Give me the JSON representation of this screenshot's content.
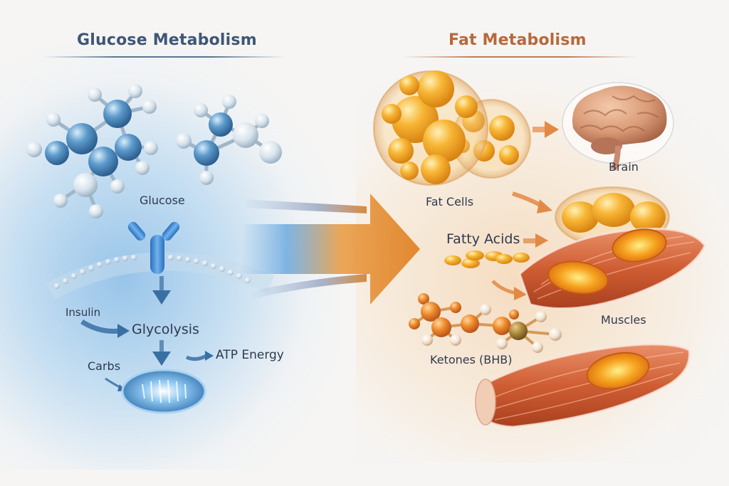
{
  "glucose_section": {
    "title": "Glucose Metabolism",
    "labels": {
      "glucose": "Glucose",
      "insulin": "Insulin",
      "glycolysis": "Glycolysis",
      "atp_energy": "ATP Energy",
      "carbs": "Carbs"
    },
    "icons": [
      "glucose-molecule-icon",
      "insulin-receptor-icon",
      "cell-membrane-icon",
      "mitochondrion-icon"
    ],
    "accent_color": "#3f5676"
  },
  "fat_section": {
    "title": "Fat Metabolism",
    "labels": {
      "fat_cells": "Fat Cells",
      "brain": "Brain",
      "fatty_acids": "Fatty Acids",
      "muscles": "Muscles",
      "ketones": "Ketones (BHB)"
    },
    "icons": [
      "fat-cells-icon",
      "brain-icon",
      "fatty-acid-capsules-icon",
      "ketone-molecule-icon",
      "muscle-fiber-icon"
    ],
    "accent_color": "#b8683a"
  },
  "transition_arrow": {
    "from": "Glucose Metabolism",
    "to": "Fat Metabolism",
    "colors": [
      "#5aa0dc",
      "#e88a2c"
    ]
  }
}
